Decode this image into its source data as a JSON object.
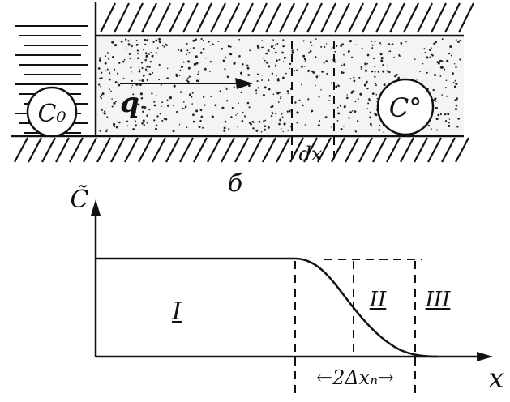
{
  "diagram": {
    "top_panel": {
      "reservoir_label": "C₀",
      "flow_label": "q",
      "medium_label": "C°",
      "element_label": "dx",
      "panel_caption": "б"
    },
    "bottom_panel": {
      "y_axis_label": "C̃",
      "x_axis_label": "x",
      "zone_labels": [
        "I",
        "II",
        "III"
      ],
      "width_label": "←2Δxₙ→"
    }
  }
}
